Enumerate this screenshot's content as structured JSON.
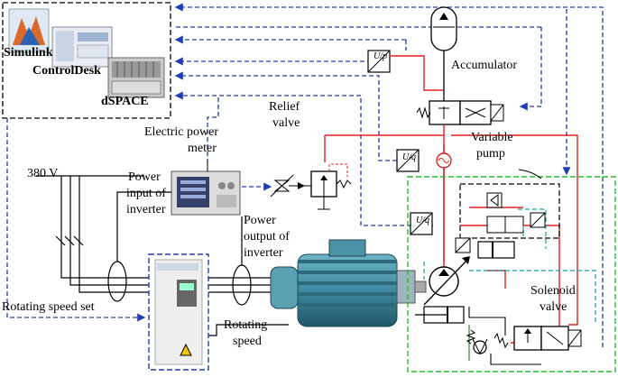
{
  "labels": {
    "simulink": "Simulink",
    "controldesk": "ControlDesk",
    "dspace": "dSPACE",
    "accumulator": "Accumulator",
    "relief_valve_1": "Relief",
    "relief_valve_2": "valve",
    "electric_power_meter_1": "Electric power",
    "electric_power_meter_2": "meter",
    "variable_pump_1": "Variable",
    "variable_pump_2": "pump",
    "voltage": "380 V",
    "power_input_1": "Power",
    "power_input_2": "input of",
    "power_input_3": "inverter",
    "power_output_1": "Power",
    "power_output_2": "output of",
    "power_output_3": "inverter",
    "rotating_speed_set": "Rotating speed set",
    "rotating_speed_1": "Rotating",
    "rotating_speed_2": "speed",
    "solenoid_valve_1": "Solenoid",
    "solenoid_valve_2": "valve",
    "transducer_up": "U/p",
    "transducer_uq_1": "U/q",
    "transducer_uq_2": "U/q"
  },
  "colors": {
    "hydraulic_line": "#e0201b",
    "signal_line": "#1f3db5",
    "pump_frame": "#22c22a",
    "return_line": "#1aa0a0",
    "motor_body": "#3f8aa0",
    "black": "#000000"
  }
}
